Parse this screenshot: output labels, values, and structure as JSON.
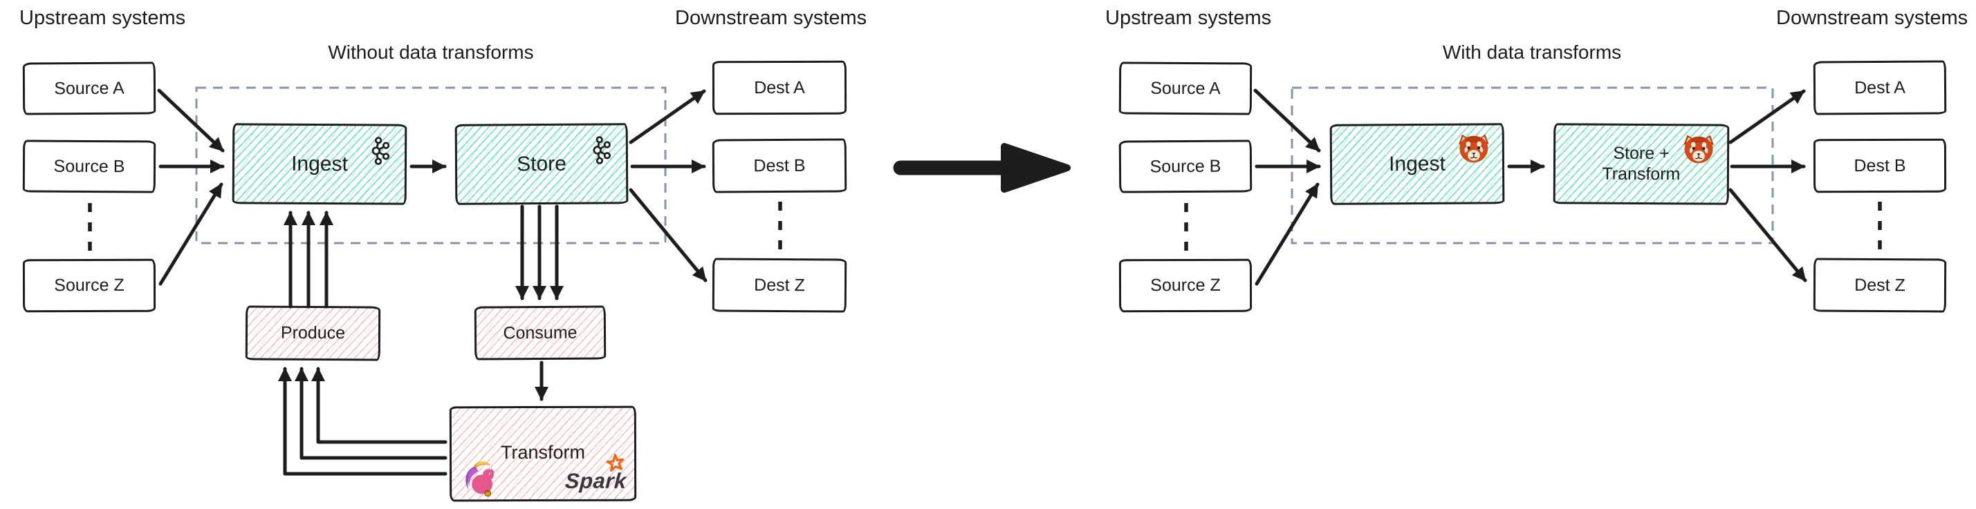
{
  "colors": {
    "ink": "#1d1d1d",
    "teal_hatch": "#68e3b0",
    "pink_hatch": "#f29a96",
    "dashed_border": "#8494ac",
    "spark_orange": "#e8681c",
    "redpanda_orange": "#d14a1e",
    "flink_pink": "#e4588c"
  },
  "left": {
    "upstream_label": "Upstream systems",
    "title": "Without data transforms",
    "downstream_label": "Downstream systems",
    "sources": [
      "Source A",
      "Source B",
      "Source Z"
    ],
    "dests": [
      "Dest A",
      "Dest B",
      "Dest Z"
    ],
    "ingest_label": "Ingest",
    "store_label": "Store",
    "produce_label": "Produce",
    "consume_label": "Consume",
    "transform_label": "Transform",
    "spark_label": "Spark",
    "ingest_icon": "kafka-icon",
    "store_icon": "kafka-icon",
    "transform_icons": [
      "flink-icon",
      "spark-logo"
    ]
  },
  "right": {
    "upstream_label": "Upstream systems",
    "title": "With data transforms",
    "downstream_label": "Downstream systems",
    "sources": [
      "Source A",
      "Source B",
      "Source Z"
    ],
    "dests": [
      "Dest A",
      "Dest B",
      "Dest Z"
    ],
    "ingest_label": "Ingest",
    "store_transform_line1": "Store +",
    "store_transform_line2": "Transform",
    "ingest_icon": "redpanda-icon",
    "store_icon": "redpanda-icon"
  }
}
